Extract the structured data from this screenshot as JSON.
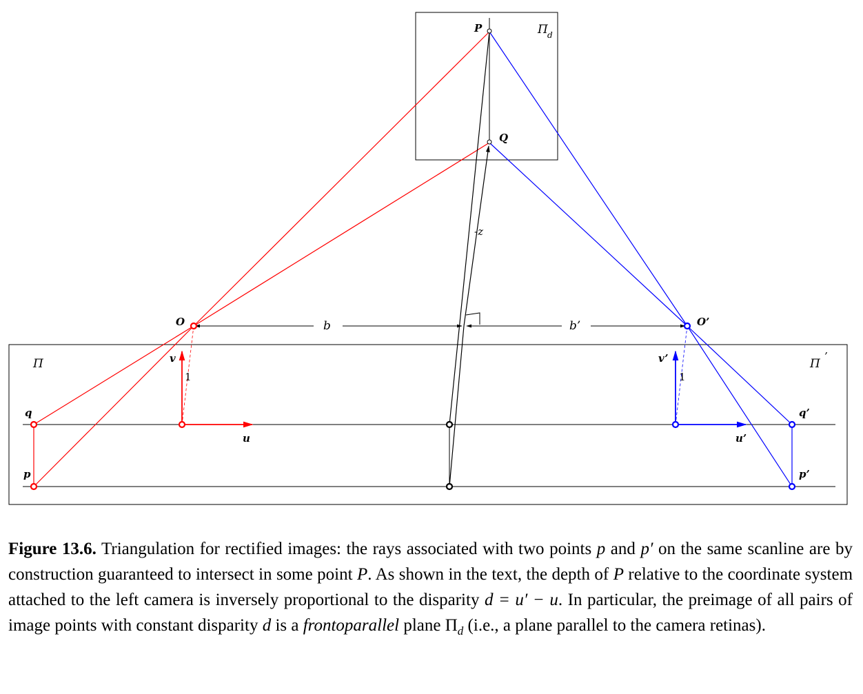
{
  "figure": {
    "labels": {
      "P": "P",
      "Q": "Q",
      "O": "O",
      "O_prime": "O’",
      "b": "b",
      "b_prime": "b’",
      "neg_z": "-z",
      "pi": "Π",
      "pi_prime": "Π",
      "pi_prime_mark": "’",
      "pi_d": "Π",
      "pi_d_sub": "d",
      "v": "v",
      "v_prime": "v’",
      "u": "u",
      "u_prime": "u’",
      "one_left": "1",
      "one_right": "1",
      "q": "q",
      "q_prime": "q’",
      "p": "p",
      "p_prime": "p’"
    },
    "colors": {
      "left_camera": "#ff0000",
      "right_camera": "#0000ff",
      "frame": "#000000"
    }
  },
  "caption": {
    "figure_number": "Figure 13.6.",
    "part1": " Triangulation for rectified images: the rays associated with two points ",
    "p": "p",
    "part2": " and ",
    "p_prime": "p′",
    "part3": " on the same scanline are by construction guaranteed to intersect in some point ",
    "P1": "P",
    "part4": ". As shown in the text, the depth of ",
    "P2": "P",
    "part5": " relative to the coordinate system attached to the left camera is inversely proportional to the disparity ",
    "disparity_eq": "d = u′ − u",
    "part6": ". In particular, the preimage of all pairs of image points with constant disparity ",
    "d": "d",
    "part7": " is a ",
    "frontoparallel": "frontoparallel",
    "part8": " plane ",
    "pi_d": "Π",
    "pi_d_sub": "d",
    "part9": " (i.e., a plane parallel to the camera retinas)."
  }
}
